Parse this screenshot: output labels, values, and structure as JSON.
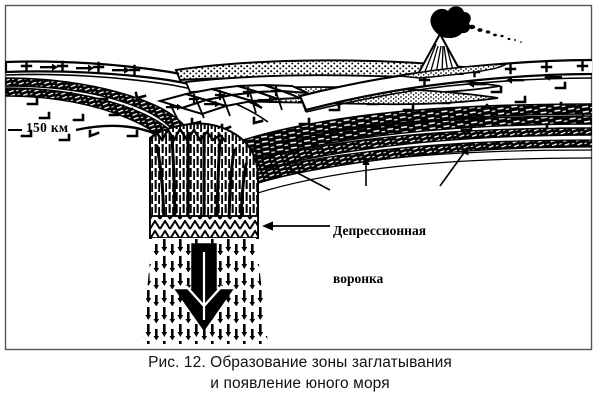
{
  "figure": {
    "number": "Рис. 12.",
    "caption_line_1": "Рис. 12. Образование зоны заглатывания",
    "caption_line_2": "и появление юного моря",
    "frame_color": "#555555",
    "ink_color": "#000000",
    "background_color": "#ffffff"
  },
  "annotations": {
    "depth_label": "150 км",
    "funnel_label_line_1": "Депрессионная",
    "funnel_label_line_2": "воронка"
  },
  "diagram": {
    "type": "geological-cross-section",
    "title": "Образование зоны заглатывания и появление юного моря",
    "features": [
      "oceanic-sediment-layer",
      "faulted-crust-blocks",
      "granite-plus-symbols",
      "volcano-with-ash-plume",
      "subduction-slab-bands",
      "depression-funnel",
      "downwelling-mantle-column",
      "mantle-hook-symbols"
    ],
    "depth_scale_km": 150,
    "volcano": {
      "name": "volcano",
      "plume_direction": "right"
    },
    "flow_arrows": {
      "left_crust_direction": "right",
      "right_crust_direction": "left",
      "column_direction": "down"
    }
  }
}
